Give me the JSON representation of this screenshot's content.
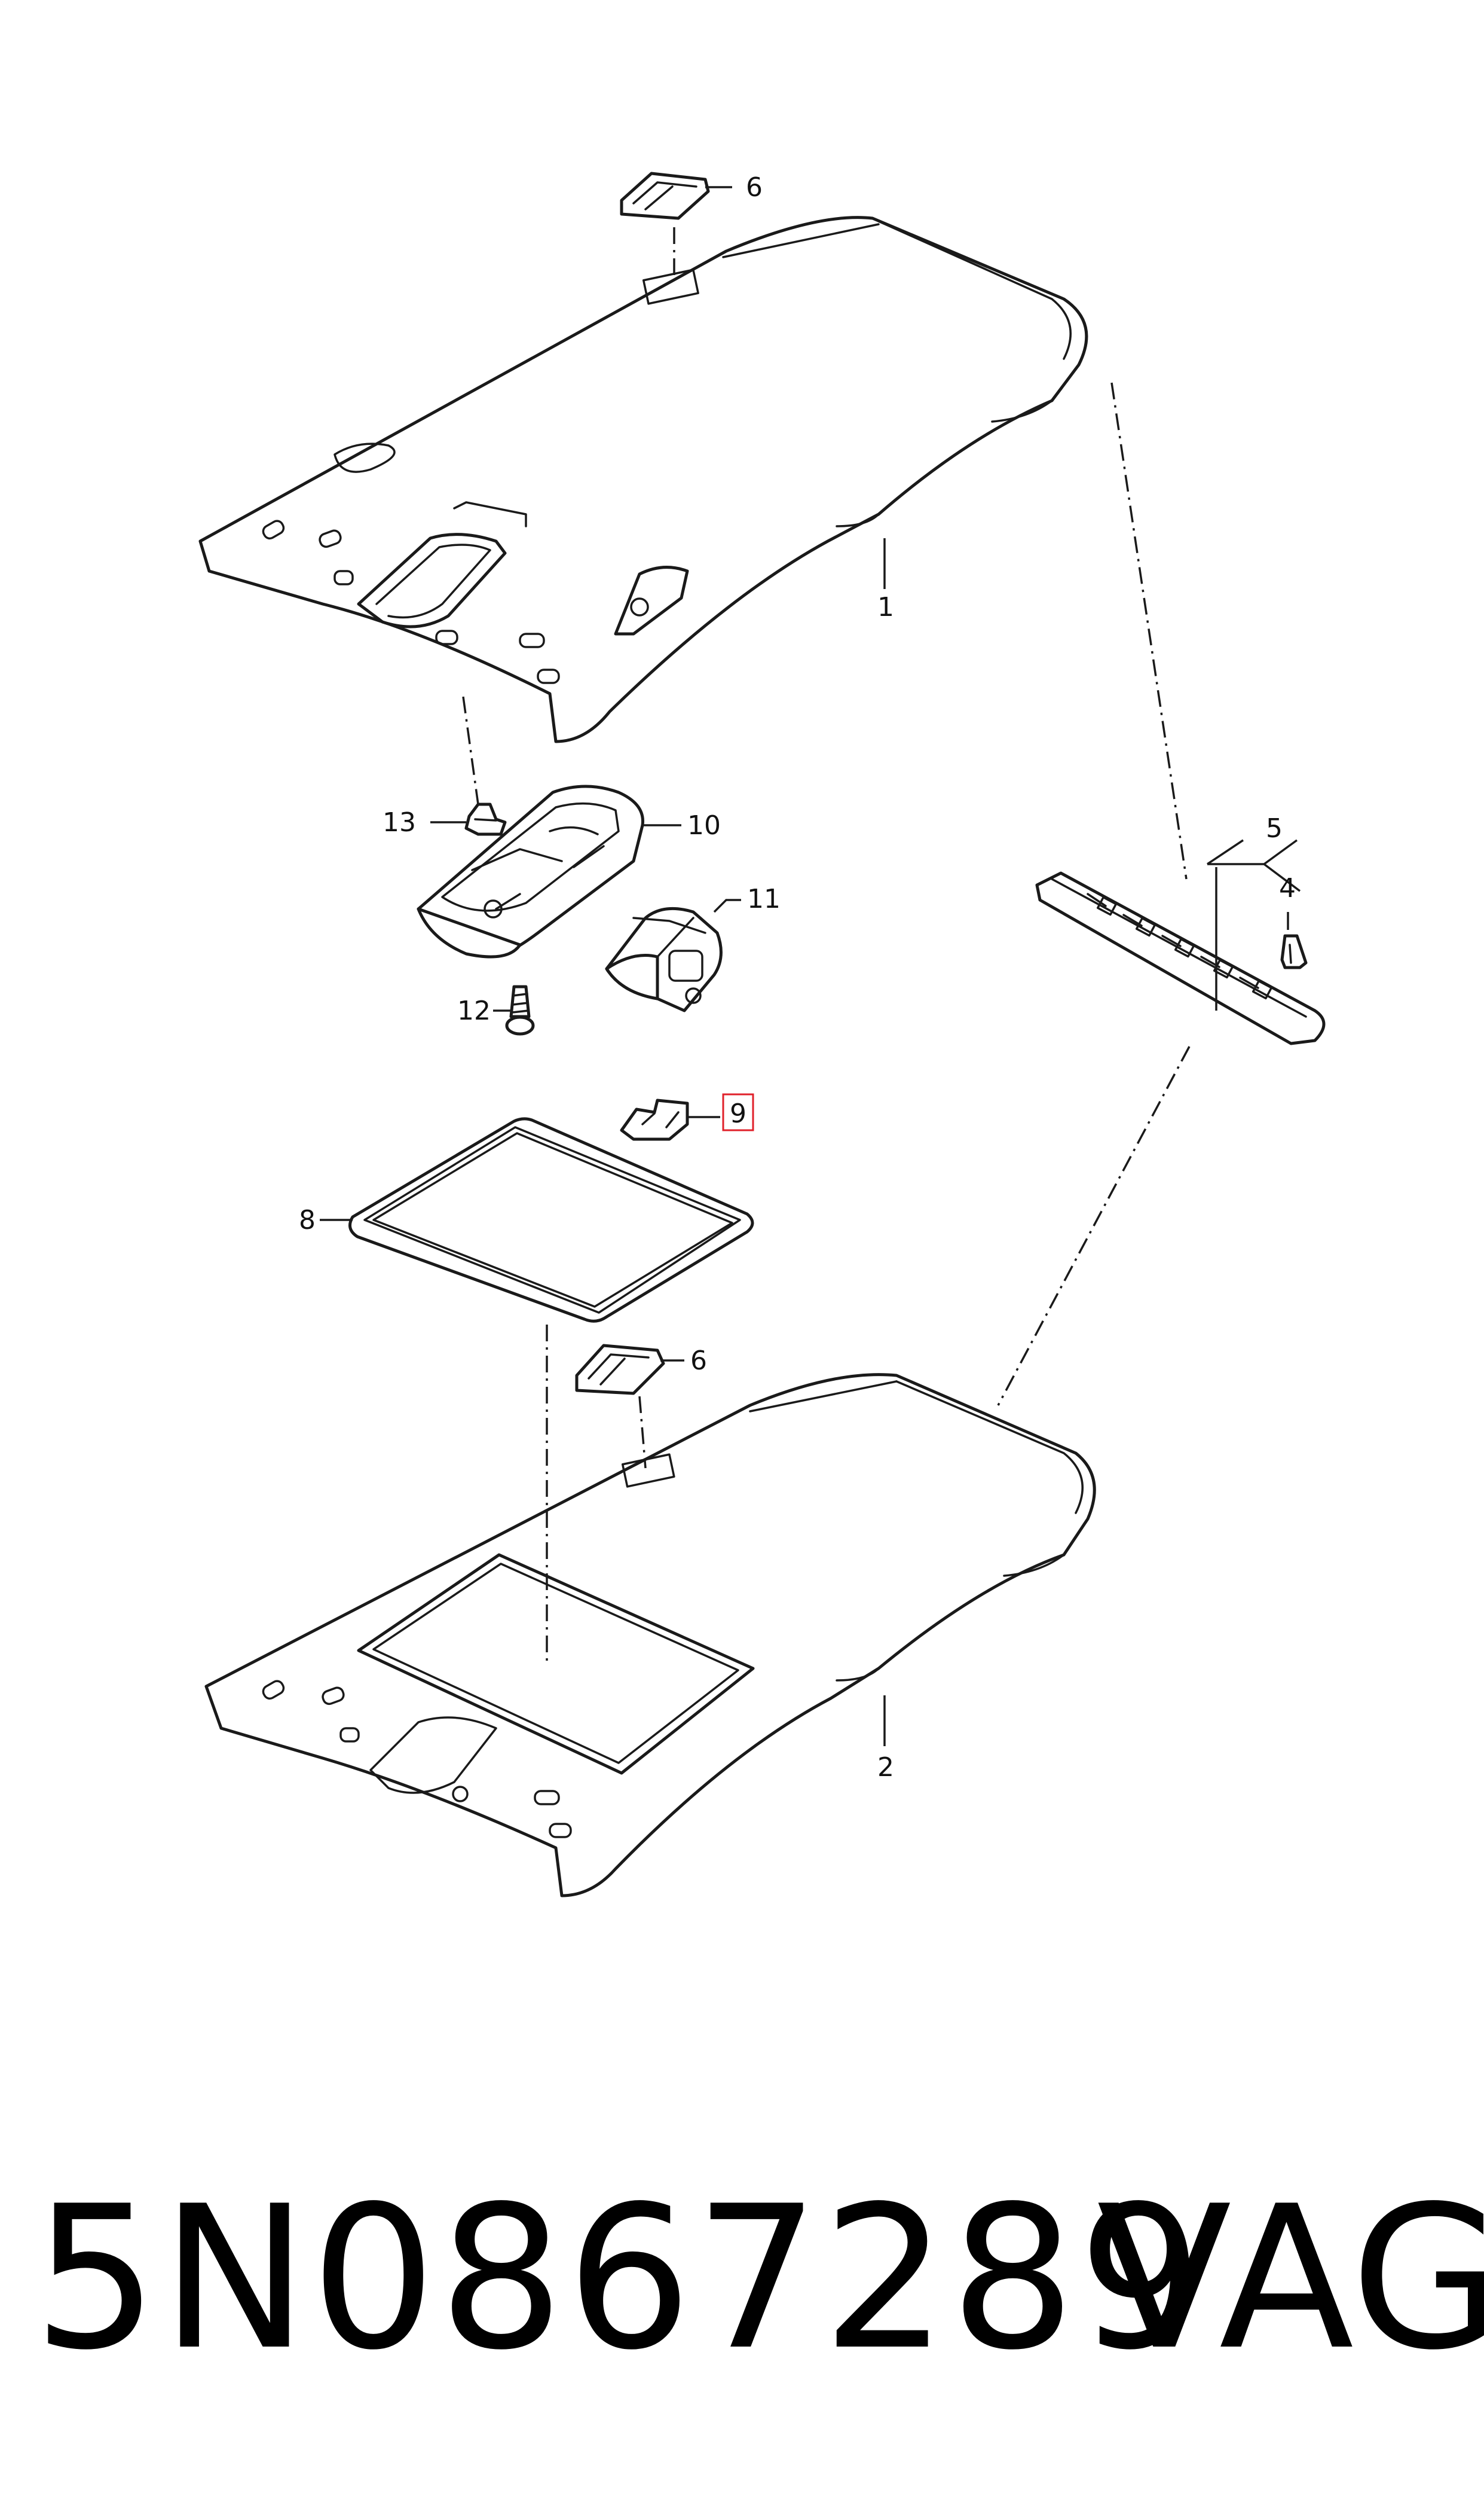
{
  "callouts": {
    "c1": "1",
    "c2": "2",
    "c4": "4",
    "c5": "5",
    "c6a": "6",
    "c6b": "6",
    "c8": "8",
    "c9": "9",
    "c10": "10",
    "c11": "11",
    "c12": "12",
    "c13": "13"
  },
  "highlighted_callout": "9",
  "colors": {
    "line": "#1a1a1a",
    "highlight": "#e0202a",
    "background": "#ffffff"
  },
  "footer": {
    "part_number": "5N0867289",
    "brand": "VAG"
  }
}
